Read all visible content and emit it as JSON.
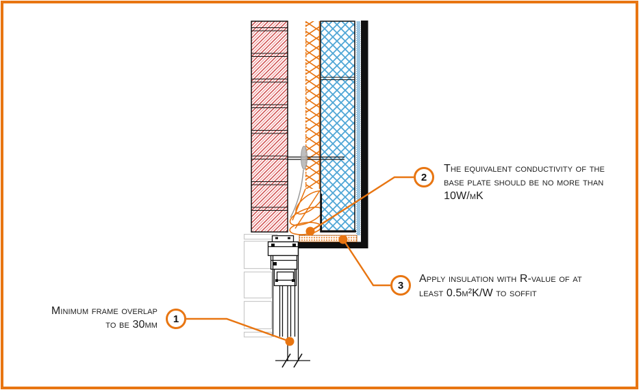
{
  "callouts": [
    {
      "number": "1",
      "lines": [
        "Minimum frame overlap",
        "to be 30mm"
      ]
    },
    {
      "number": "2",
      "lines": [
        "The equivalent conductivity of the",
        "base plate should be no more than",
        "10W/mK"
      ]
    },
    {
      "number": "3",
      "lines": [
        "Apply insulation with R-value of at",
        "least 0.5m²K/W to soffit"
      ]
    }
  ],
  "colors": {
    "accent_orange": "#E87511",
    "brick_hatch_red": "#CC4444",
    "insulation_blue": "#4FA6D6",
    "line_black": "#101010",
    "blockwork_grey": "#C8C8C8"
  },
  "drawing": {
    "layers": [
      "brick-outer-leaf",
      "cavity-zigzag-insulation",
      "insulation-slump",
      "rigid-insulation-board",
      "render-finish-strip",
      "base-plate",
      "soffit-insulation-strip",
      "wall-tie",
      "window-frame-section",
      "inner-blockwork",
      "break-marks"
    ]
  }
}
